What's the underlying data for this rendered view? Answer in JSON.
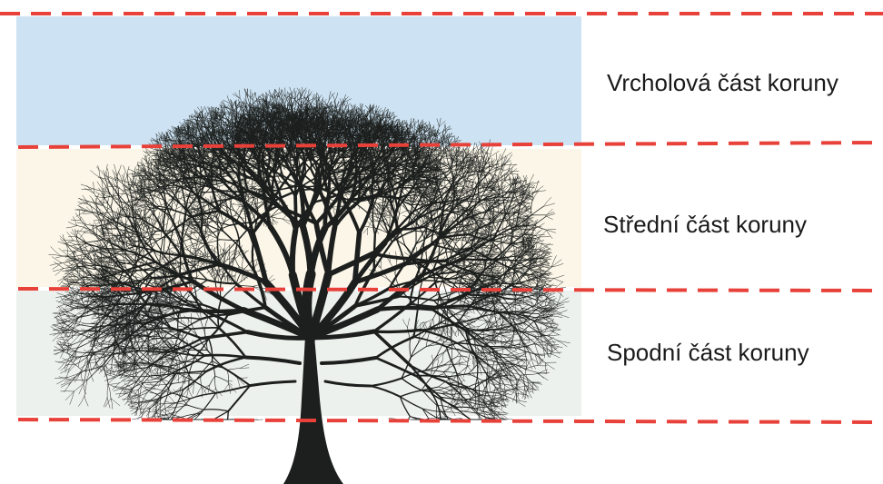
{
  "zones": [
    {
      "label": "Vrcholová část koruny",
      "color": "#cde2f2"
    },
    {
      "label": "Střední část koruny",
      "color": "#fbf6e8"
    },
    {
      "label": "Spodní část koruny",
      "color": "#edf1ee"
    }
  ],
  "colors": {
    "divider": "#e8413a",
    "tree": "#1c1f1d",
    "background": "#ffffff"
  }
}
